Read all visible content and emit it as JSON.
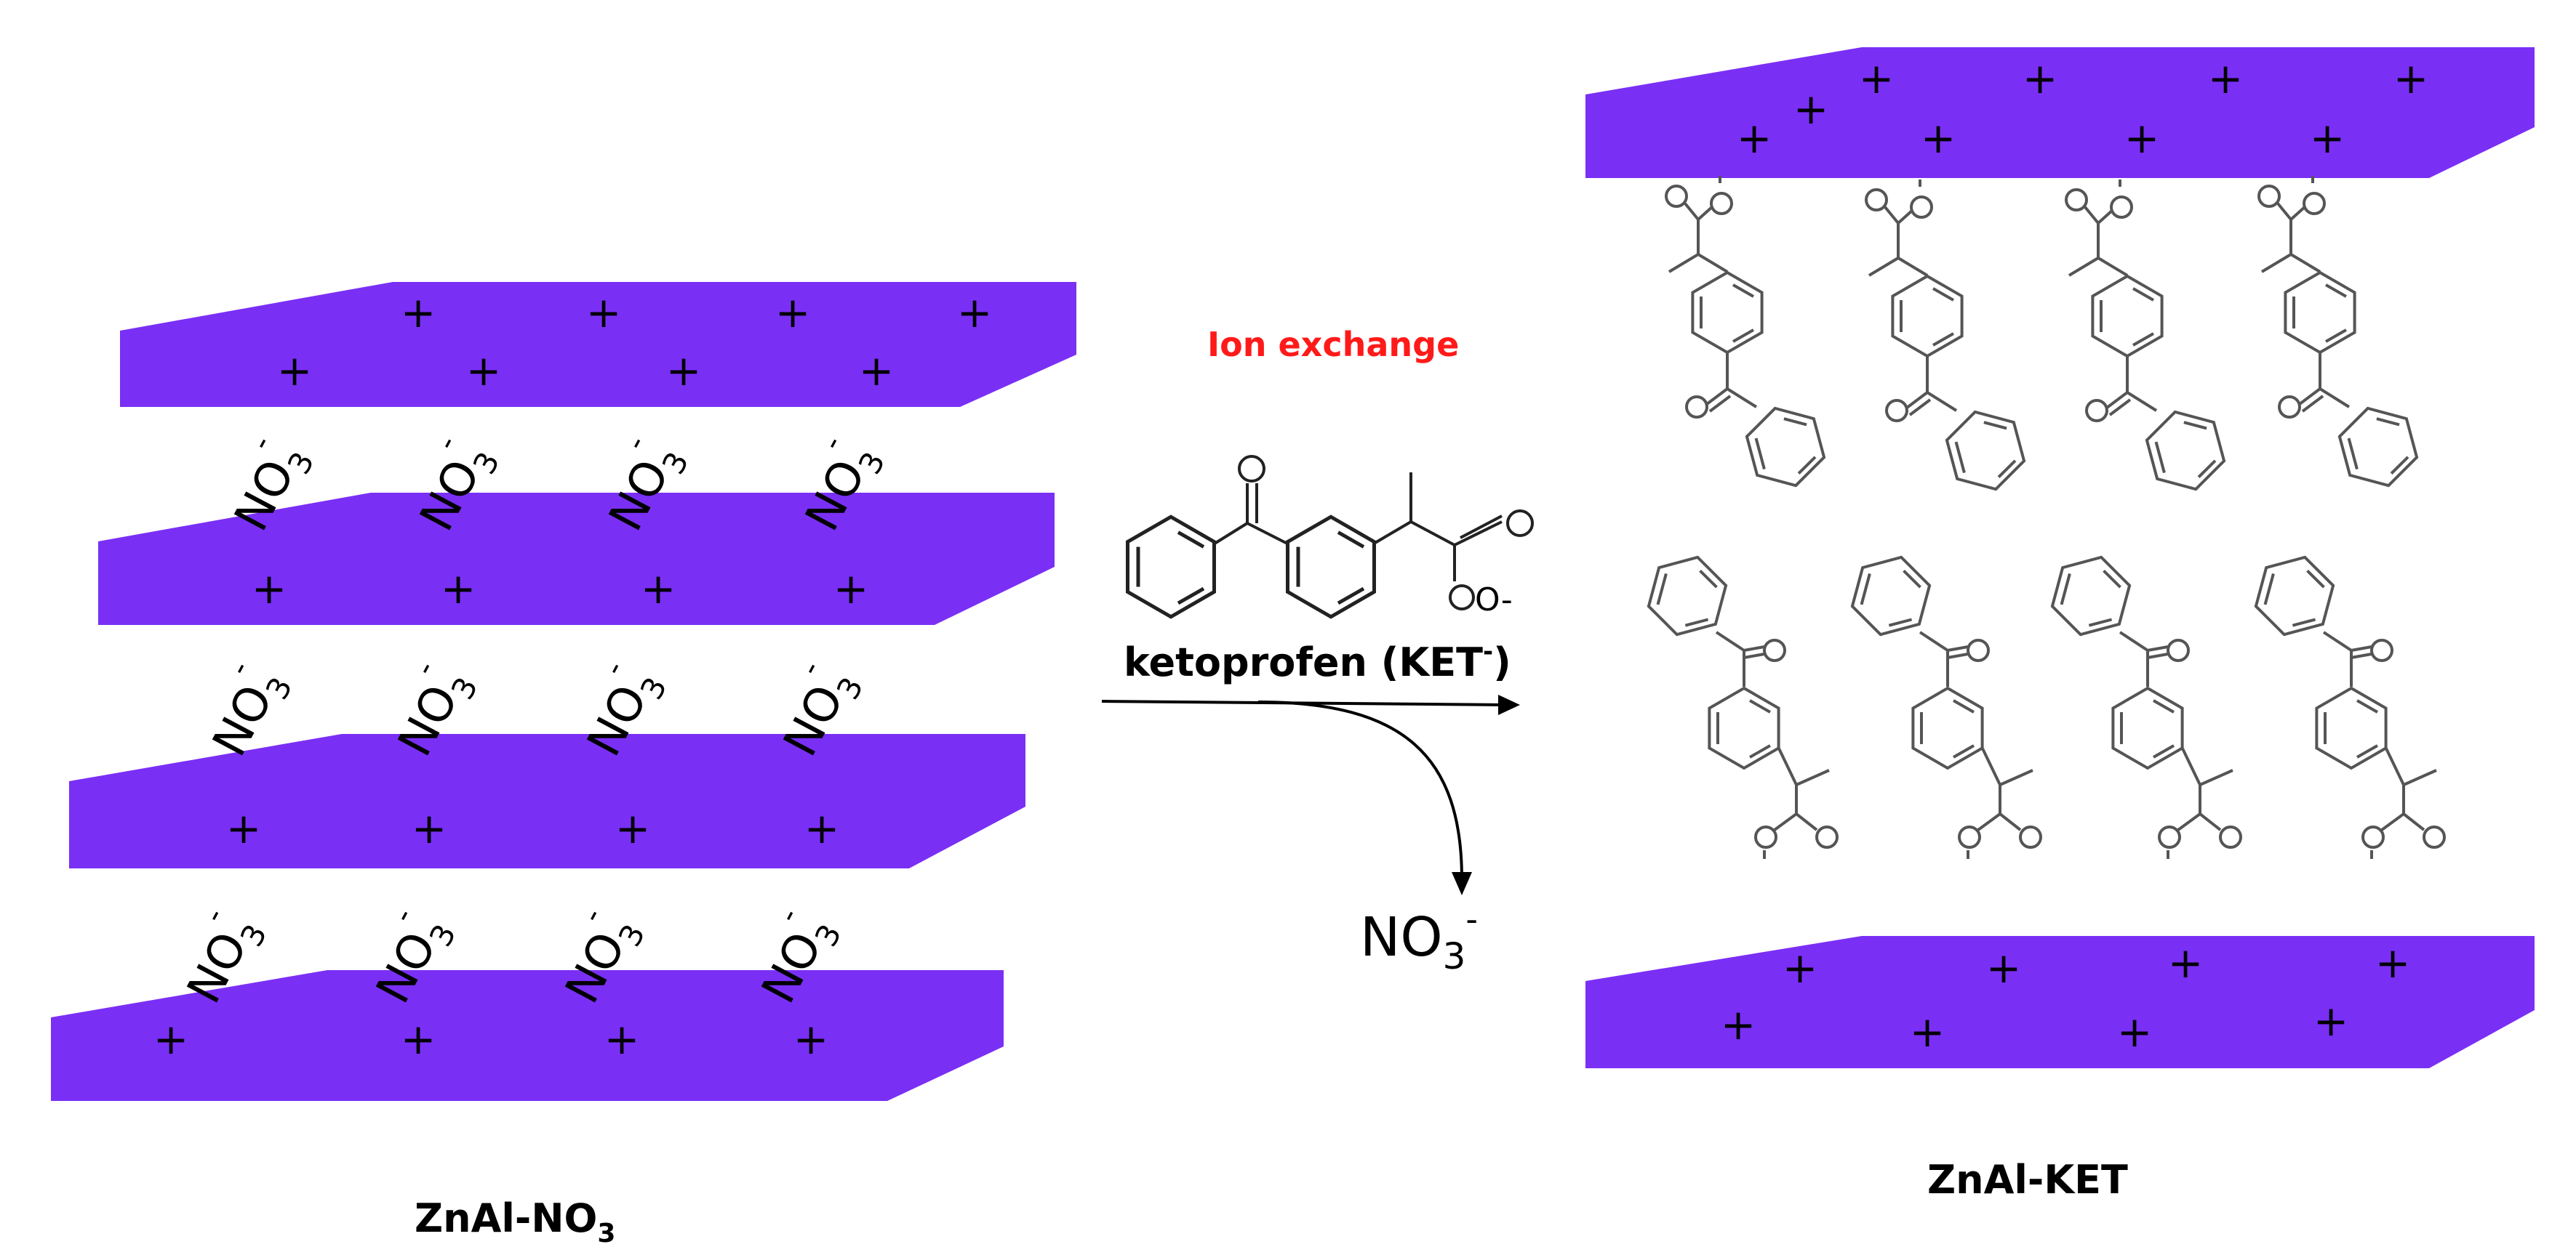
{
  "diagram": {
    "left_caption": {
      "main": "ZnAl-NO",
      "sub": "3"
    },
    "right_caption": "ZnAl-KET",
    "reaction_label": "Ion exchange",
    "reagent_label": {
      "main": "ketoprofen (KET",
      "sup": "-",
      "close": ")"
    },
    "released_ion": {
      "main": "NO",
      "sub": "3",
      "sup": "-"
    },
    "carboxylate_charge": "O-",
    "layer_charge_symbol": "+",
    "interlayer_anion": {
      "main": "NO",
      "sub": "3",
      "sup": "-"
    },
    "colors": {
      "layer": "#7a2ff5",
      "reaction_label": "#ff1a1a",
      "text": "#000000",
      "structure": "#555555"
    }
  }
}
